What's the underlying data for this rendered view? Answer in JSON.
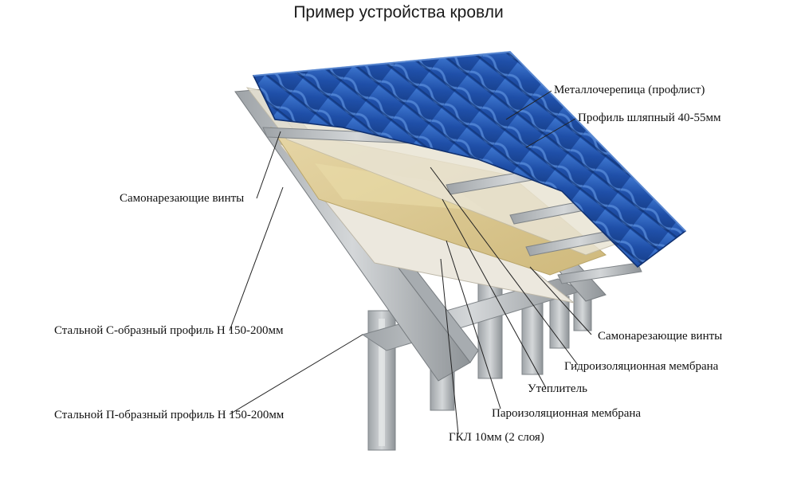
{
  "title": "Пример устройства кровли",
  "labels": {
    "metal_tile": "Металлочерепица (профлист)",
    "hat_profile": "Профиль шляпный 40-55мм",
    "screws_left": "Самонарезающие винты",
    "c_profile": "Стальной С-образный профиль Н 150-200мм",
    "u_profile": "Стальной П-образный профиль Н 150-200мм",
    "screws_right": "Самонарезающие винты",
    "waterproof_membrane": "Гидроизоляционная мембрана",
    "insulation": "Утеплитель",
    "vapor_membrane": "Пароизоляционная мембрана",
    "gkl": "ГКЛ 10мм (2 слоя)"
  },
  "colors": {
    "roof_blue": "#1f4fa8",
    "roof_highlight": "#4d84d6",
    "steel": "#b9bdc0",
    "steel_dark": "#8c9195",
    "insulation": "#dcc992",
    "membrane": "#e8e3d6",
    "leader": "#222222"
  }
}
